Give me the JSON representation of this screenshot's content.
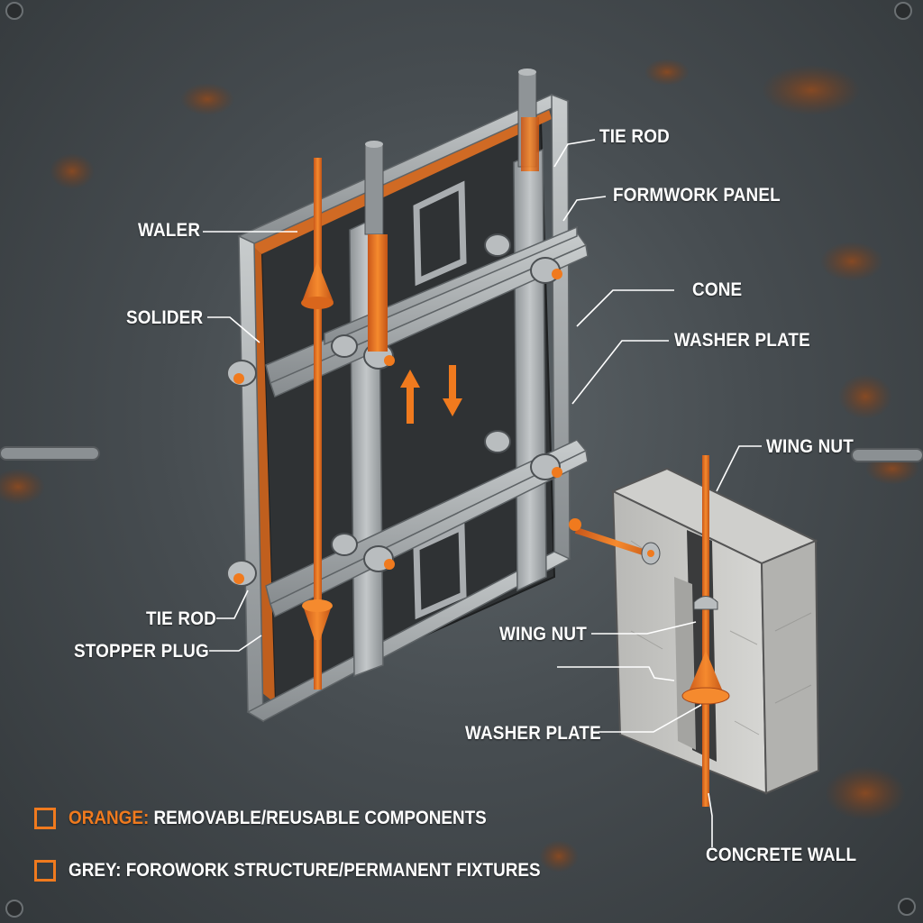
{
  "labels": {
    "tie_rod_top": "TIE ROD",
    "formwork_panel": "FORMWORK PANEL",
    "waler": "WALER",
    "cone": "CONE",
    "solider": "SOLIDER",
    "washer_plate_right": "WASHER PLATE",
    "wing_nut_top": "WING NUT",
    "tie_rod_left": "TIE ROD",
    "stopper_plug": "STOPPER PLUG",
    "wing_nut_mid": "WING NUT",
    "washer_plate_bottom": "WASHER PLATE",
    "concrete_wall": "CONCRETE WALL"
  },
  "legend": [
    {
      "key": "ORANGE:",
      "text": " REMOVABLE/REUSABLE COMPONENTS"
    },
    {
      "key": "GREY:",
      "text": " FOROWORK STRUCTURE/PERMANENT FIXTURES"
    }
  ],
  "colors": {
    "orange": "#f07a1e",
    "steel_grey": "#a9adb0",
    "background": "#474d51",
    "concrete": "#c9c9c6"
  }
}
